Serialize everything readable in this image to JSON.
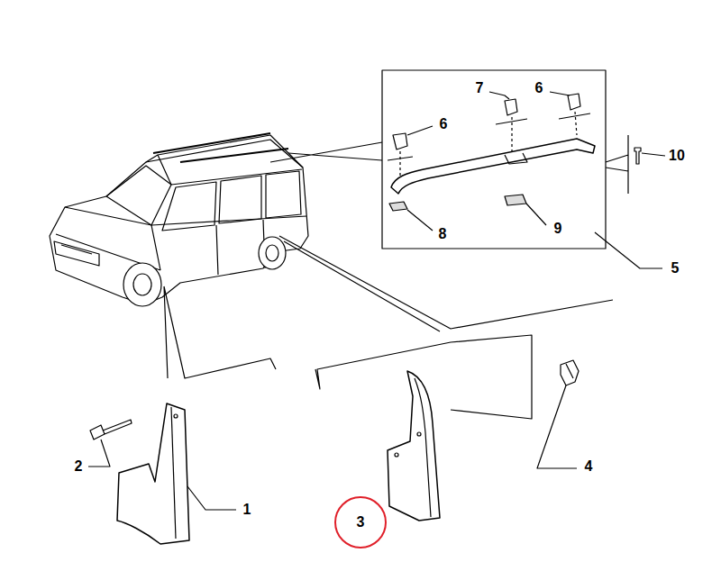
{
  "diagram": {
    "nodes": [
      {
        "text": [
          "3"
        ]
      }
    ],
    "labels": [
      "7",
      "6",
      "6",
      "10",
      "8",
      "9",
      "5",
      "2",
      "1",
      "4"
    ]
  }
}
